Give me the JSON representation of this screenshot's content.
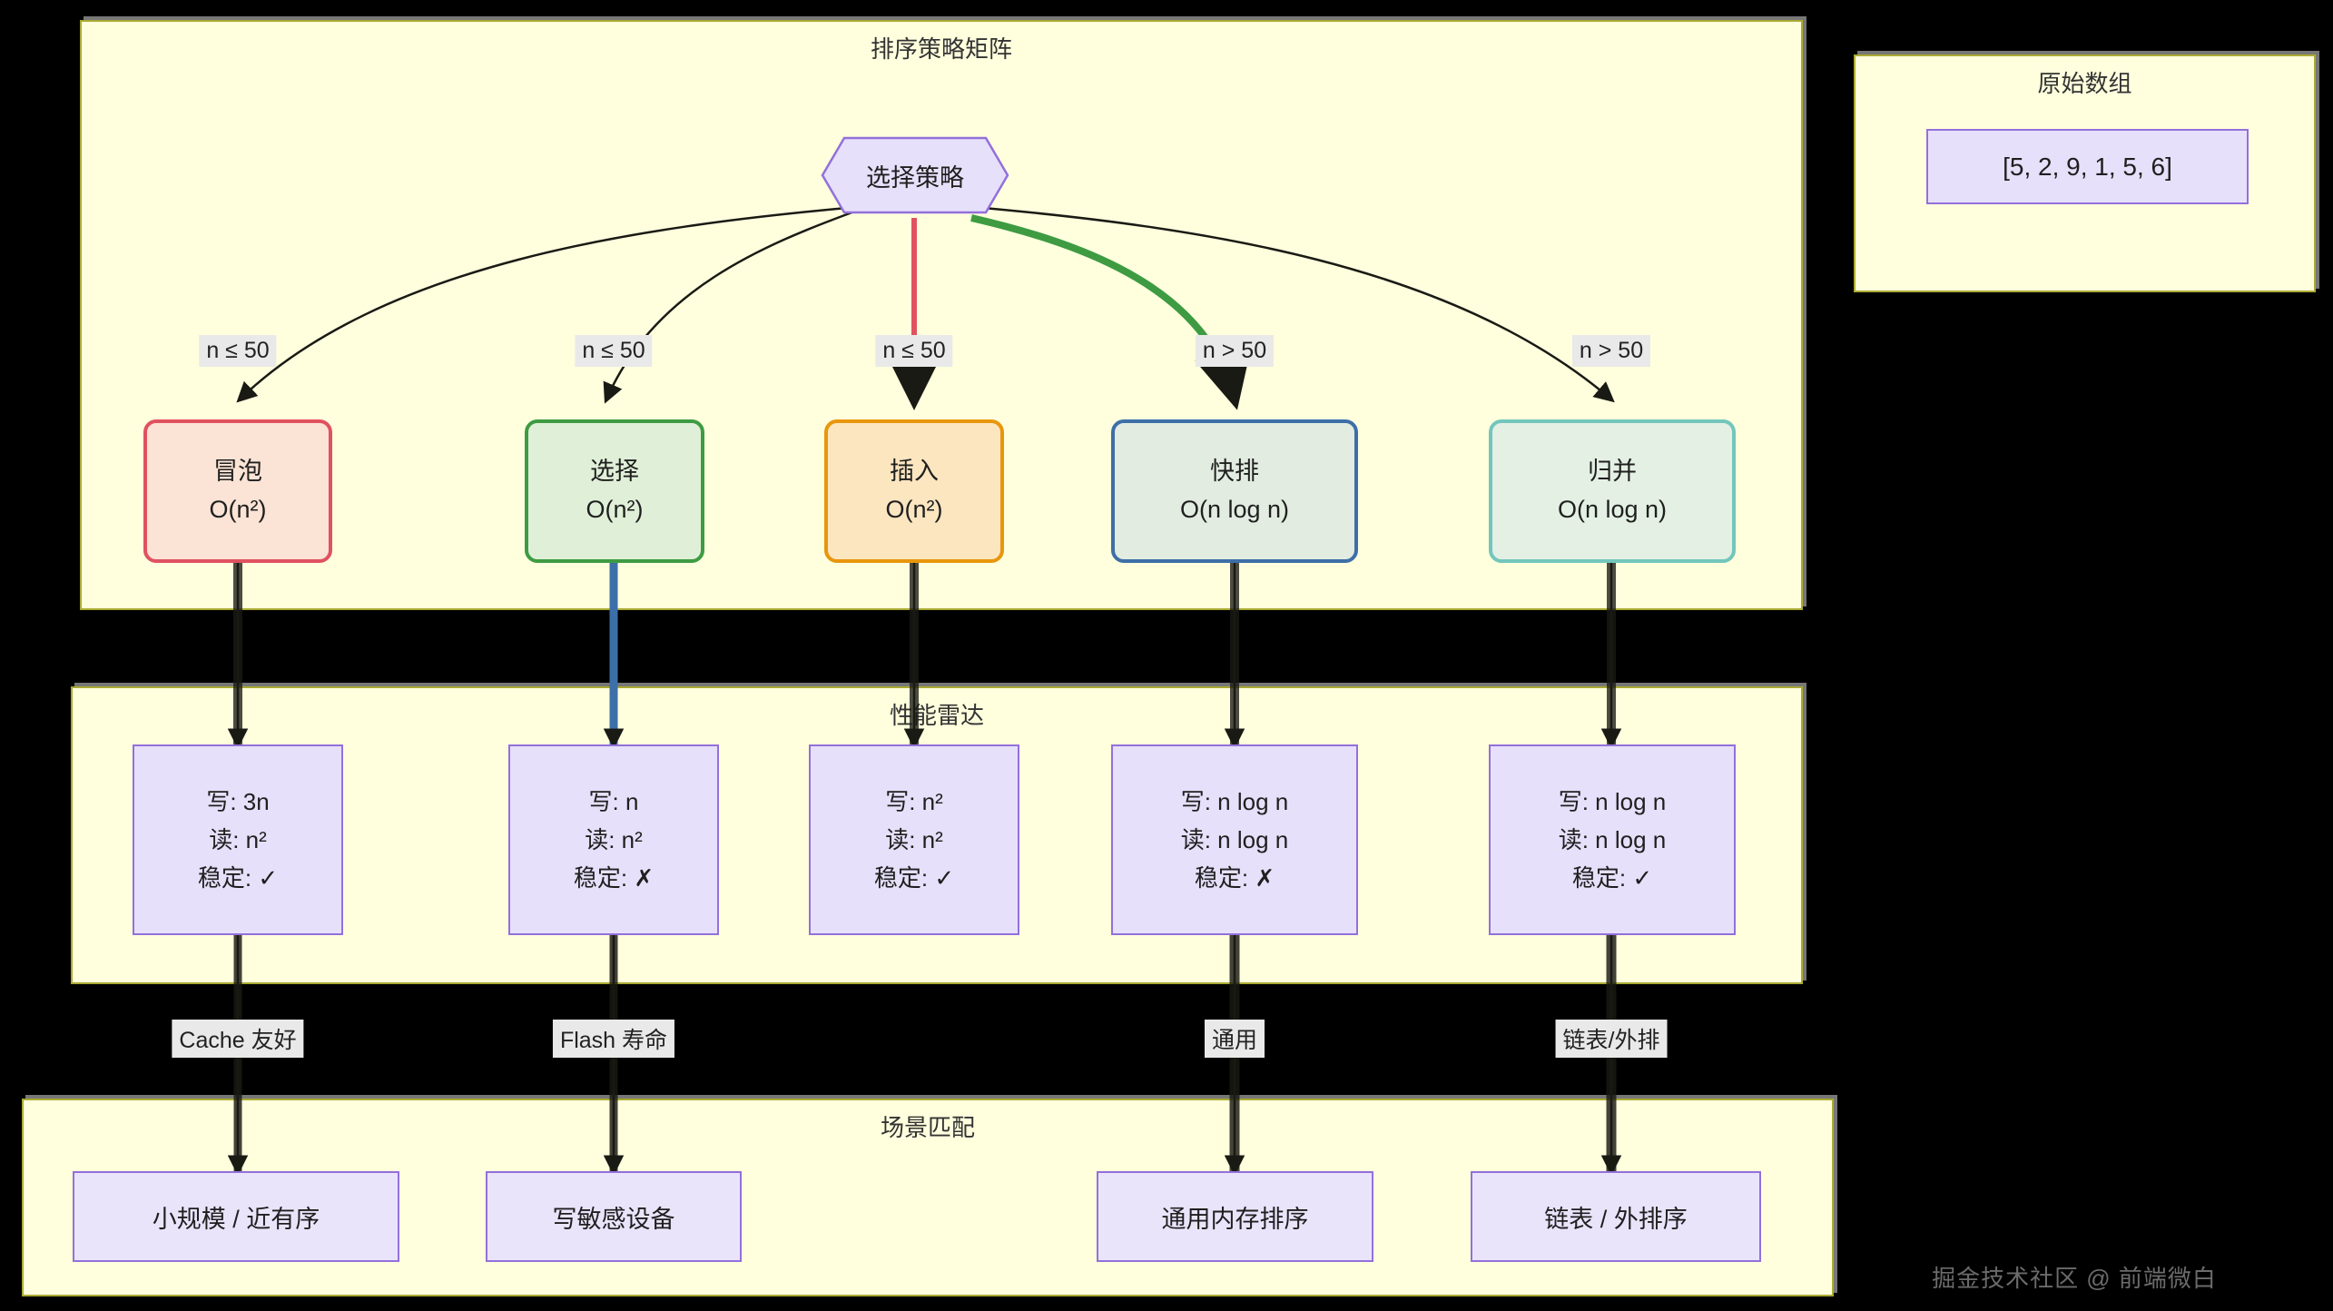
{
  "diagram": {
    "type": "flowchart",
    "title_top": "排序策略矩阵",
    "title_mid": "性能雷达",
    "title_bottom": "场景匹配",
    "title_side": "原始数组"
  },
  "colors": {
    "cluster_fill": "#ffffde",
    "cluster_border": "#aaaa33",
    "node_purple_fill": "#e6e0fa",
    "node_purple_border": "#9370db",
    "bubble_border": "#e05260",
    "bubble_fill": "#fbe3d5",
    "select_border": "#3e9b42",
    "select_fill": "#e0f0d8",
    "insert_border": "#e8960c",
    "insert_fill": "#fbe6c0",
    "quick_border": "#3d6fa8",
    "quick_fill": "#e2ece1",
    "merge_border": "#73c6bc",
    "merge_fill": "#e4f0e4",
    "edge_red": "#e05260",
    "edge_green": "#3e9b42",
    "edge_blue": "#3d6fa8",
    "edge_black": "#1a1a14",
    "edge_label_bg": "#e9e9e9"
  },
  "strategy_node": {
    "label": "选择策略"
  },
  "array_panel": {
    "title": "原始数组",
    "value": "[5, 2, 9, 1, 5, 6]"
  },
  "decision_labels": [
    {
      "text": "n ≤ 50"
    },
    {
      "text": "n ≤ 50"
    },
    {
      "text": "n ≤ 50"
    },
    {
      "text": "n > 50"
    },
    {
      "text": "n > 50"
    }
  ],
  "algorithms": [
    {
      "name": "冒泡",
      "complexity": "O(n²)"
    },
    {
      "name": "选择",
      "complexity": "O(n²)"
    },
    {
      "name": "插入",
      "complexity": "O(n²)"
    },
    {
      "name": "快排",
      "complexity": "O(n log n)"
    },
    {
      "name": "归并",
      "complexity": "O(n log n)"
    }
  ],
  "metrics": [
    {
      "write": "写: 3n",
      "read": "读: n²",
      "stable": "稳定: ✓"
    },
    {
      "write": "写: n",
      "read": "读: n²",
      "stable": "稳定: ✗"
    },
    {
      "write": "写: n²",
      "read": "读: n²",
      "stable": "稳定: ✓"
    },
    {
      "write": "写: n log n",
      "read": "读: n log n",
      "stable": "稳定: ✗"
    },
    {
      "write": "写: n log n",
      "read": "读: n log n",
      "stable": "稳定: ✓"
    }
  ],
  "scenario_labels": [
    {
      "text": "Cache 友好"
    },
    {
      "text": "Flash 寿命"
    },
    {
      "text": "通用"
    },
    {
      "text": "链表/外排"
    }
  ],
  "scenarios": [
    {
      "text": "小规模 / 近有序"
    },
    {
      "text": "写敏感设备"
    },
    {
      "text": "通用内存排序"
    },
    {
      "text": "链表 / 外排序"
    }
  ],
  "watermark": {
    "text": "掘金技术社区 @ 前端微白"
  }
}
